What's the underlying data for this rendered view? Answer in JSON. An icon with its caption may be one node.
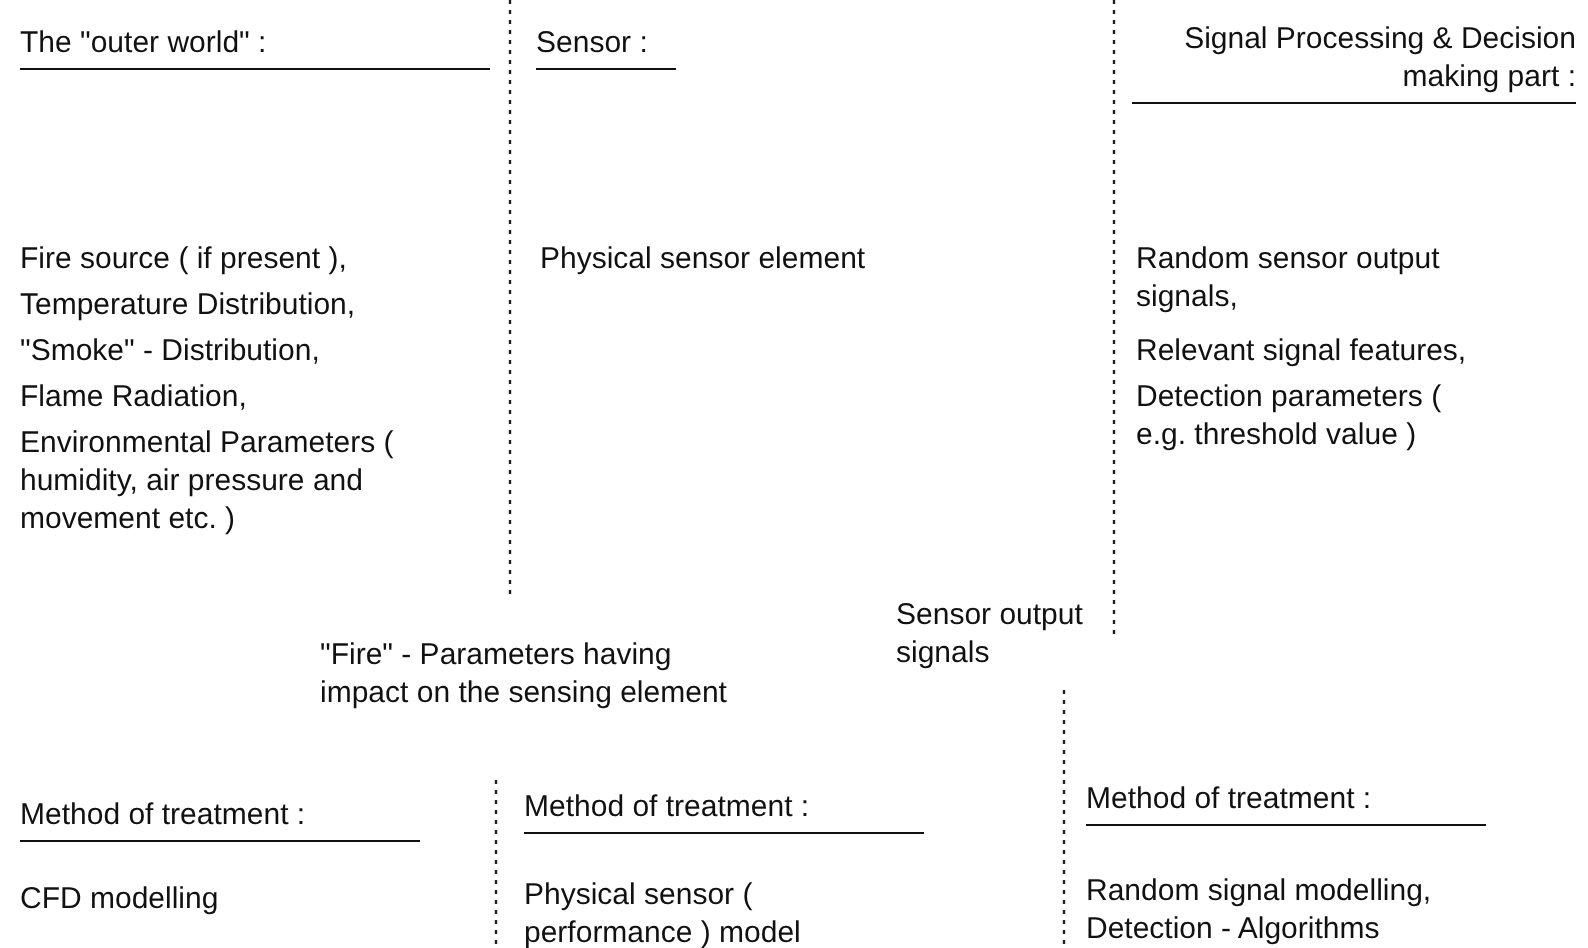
{
  "diagram": {
    "labels": [
      "The \"outer world\" :",
      "Sensor :",
      "Signal Processing & Decision making part :",
      "Fire source ( if present ),",
      "Temperature Distribution,",
      "\"Smoke\" - Distribution,",
      "Flame Radiation,",
      "Environmental Parameters ( humidity, air pressure and movement etc. )",
      "Physical sensor element",
      "Random sensor output signals,",
      "Relevant signal features,",
      "Detection parameters ( e.g. threshold value )",
      "Sensor output signals",
      "\"Fire\" - Parameters having impact on the sensing element",
      "Method of treatment :",
      "Method of treatment :",
      "Method of treatment :",
      "CFD modelling",
      "Physical sensor ( performance ) model",
      "Random signal modelling, Detection - Algorithms"
    ]
  }
}
